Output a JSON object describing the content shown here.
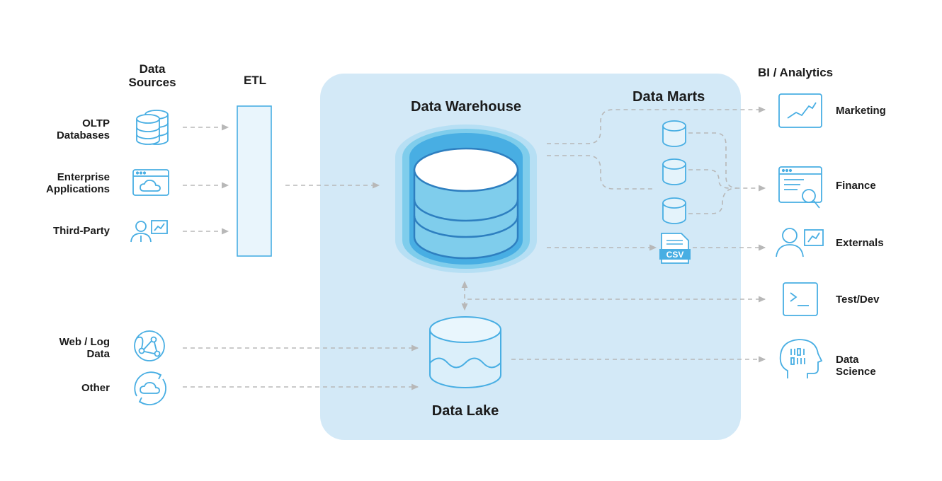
{
  "colors": {
    "panel": "#d3e9f7",
    "icon": "#48aee3",
    "icon_dark": "#2e7fc0",
    "cyl_light": "#a9ddf3",
    "cyl_mid": "#7fcdec",
    "cyl_band": "#b6dff4",
    "connector": "#b8b8b8"
  },
  "headers": {
    "data_sources": "Data\nSources",
    "etl": "ETL",
    "bi_analytics": "BI / Analytics",
    "data_warehouse": "Data Warehouse",
    "data_marts": "Data Marts",
    "data_lake": "Data Lake"
  },
  "sources": [
    {
      "label": "OLTP\nDatabases",
      "icon": "database-stack-icon"
    },
    {
      "label": "Enterprise\nApplications",
      "icon": "cloud-window-icon"
    },
    {
      "label": "Third-Party",
      "icon": "person-chart-icon"
    },
    {
      "label": "Web / Log\nData",
      "icon": "network-globe-icon"
    },
    {
      "label": "Other",
      "icon": "cloud-sync-icon"
    }
  ],
  "outputs": [
    {
      "label": "Marketing",
      "icon": "trend-chart-icon"
    },
    {
      "label": "Finance",
      "icon": "report-search-icon"
    },
    {
      "label": "Externals",
      "icon": "person-chart-icon"
    },
    {
      "label": "Test/Dev",
      "icon": "terminal-icon"
    },
    {
      "label": "Data\nScience",
      "icon": "ai-head-icon"
    }
  ],
  "marts": {
    "csv_label": "CSV",
    "icon": "csv-file-icon"
  }
}
